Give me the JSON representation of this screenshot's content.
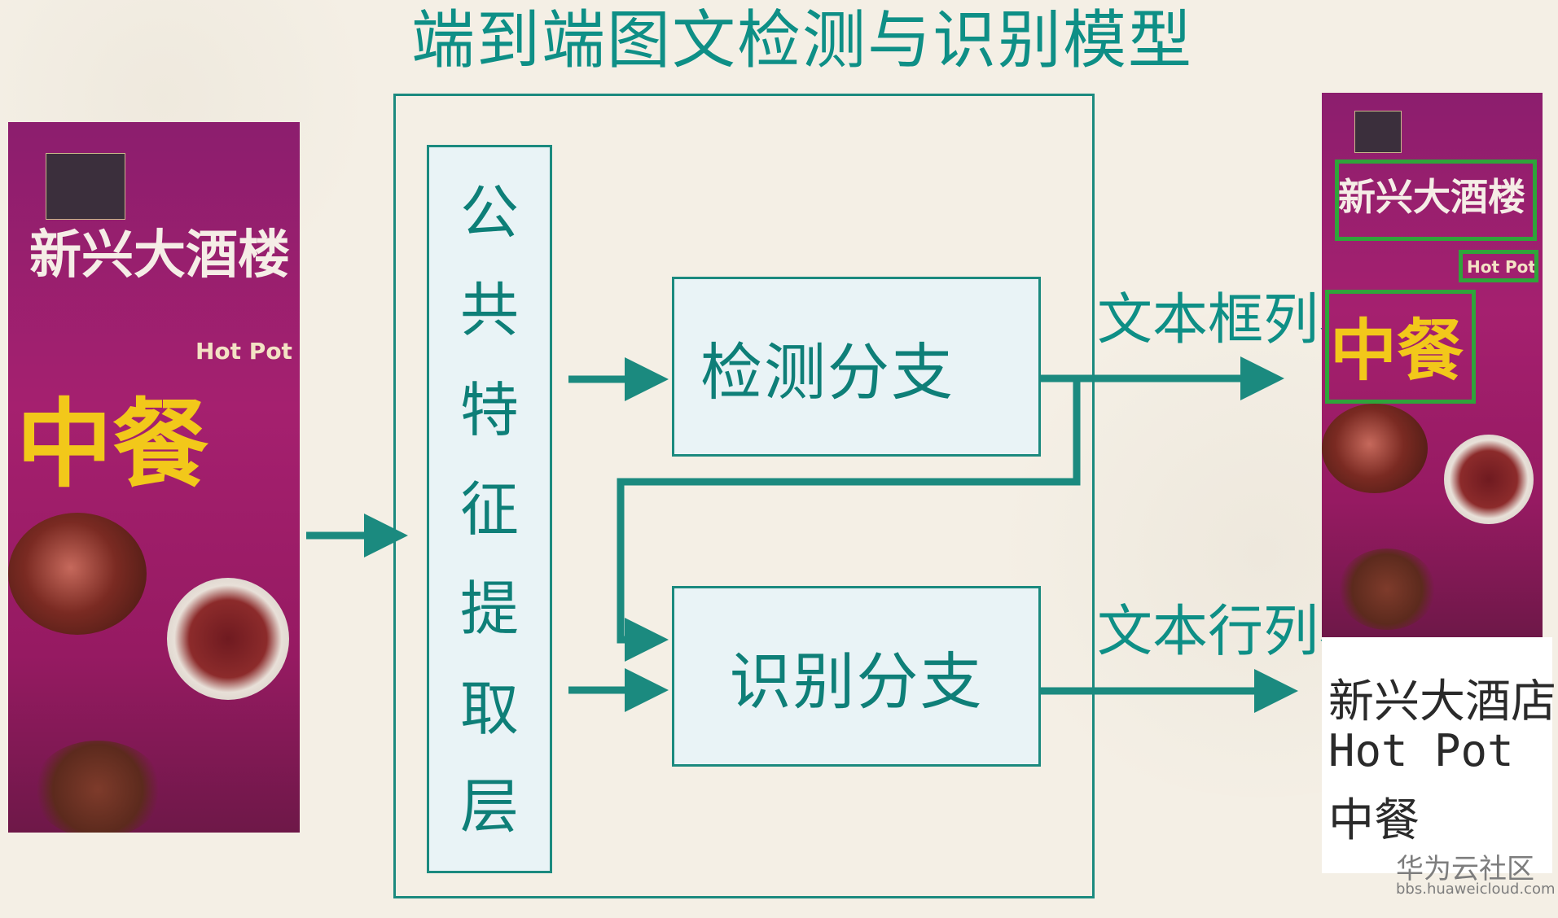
{
  "title": "端到端图文检测与识别模型",
  "feature_layer": {
    "chars": [
      "公",
      "共",
      "特",
      "征",
      "提",
      "取",
      "层"
    ]
  },
  "detection_branch": "检测分支",
  "recognition_branch": "识别分支",
  "outputs": {
    "box_list": "文本框列表",
    "line_list": "文本行列表"
  },
  "poster": {
    "restaurant_name": "新兴大酒楼",
    "subtitle": "Hot Pot",
    "cuisine": "中餐"
  },
  "recognized_text": [
    "新兴大酒店",
    "Hot Pot",
    "中餐"
  ],
  "watermark": {
    "name": "华为云社区",
    "url": "bbs.huaweicloud.com"
  },
  "colors": {
    "teal": "#0e8f86",
    "box_border": "#1b8a7f",
    "box_fill": "#e9f3f6",
    "detection_box": "#2fa43a"
  }
}
